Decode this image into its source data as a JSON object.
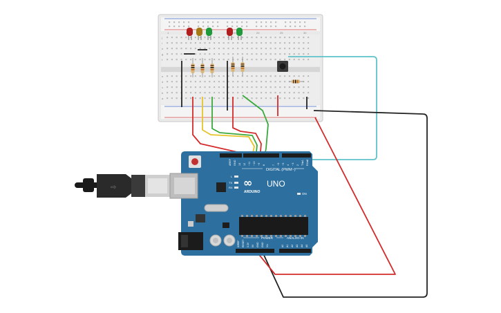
{
  "board": {
    "brand": "ARDUINO",
    "model": "UNO",
    "digital_label": "DIGITAL (PWM~)",
    "analog_label": "ANALOG IN",
    "power_label": "POWER",
    "aref_label": "AREF",
    "gnd_label": "GND",
    "on_label": "ON",
    "l_label": "L",
    "tx_label": "TX",
    "rx_label": "RX",
    "tx_pin": "TX▸1",
    "rx_pin": "RX◂0",
    "digital_pins": [
      "13",
      "12",
      "~11",
      "~10",
      "~9",
      "8",
      "7",
      "~6",
      "~5",
      "4",
      "~3",
      "2"
    ],
    "power_pins": [
      "IOREF",
      "RESET",
      "3.3V",
      "5V",
      "GND",
      "GND",
      "Vin"
    ],
    "analog_pins": [
      "A0",
      "A1",
      "A2",
      "A3",
      "A4",
      "A5"
    ]
  },
  "breadboard": {
    "column_numbers": [
      "1",
      "5",
      "10",
      "15",
      "20",
      "25",
      "30"
    ],
    "row_letters_top": [
      "j",
      "i",
      "h",
      "g",
      "f"
    ],
    "row_letters_bottom": [
      "e",
      "d",
      "c",
      "b",
      "a"
    ]
  },
  "components": {
    "leds": [
      {
        "color": "#b01e1e"
      },
      {
        "color": "#a37a16"
      },
      {
        "color": "#1f9a3a"
      },
      {
        "color": "#b01e1e"
      },
      {
        "color": "#1f9a3a"
      }
    ],
    "wires": {
      "red": "#d42a2a",
      "yellow": "#e6c32a",
      "green": "#3aa83a",
      "black": "#222222",
      "cyan": "#5fc3c9"
    }
  }
}
